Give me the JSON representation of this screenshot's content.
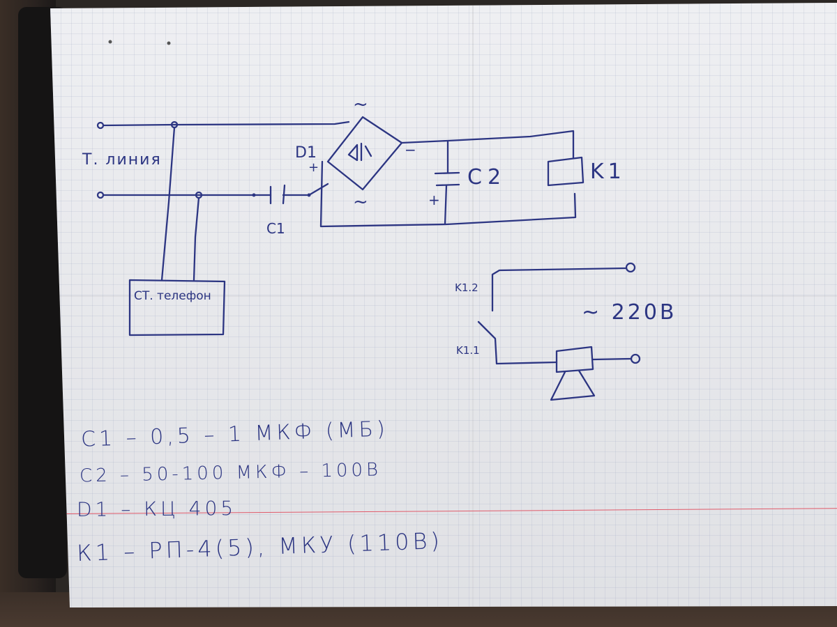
{
  "diagram": {
    "labels": {
      "line": "Т. линия",
      "phone": "СТ. телефон",
      "d1": "D1",
      "c1": "C1",
      "c2": "C2",
      "k1": "K1",
      "k12": "K1.2",
      "k11": "K1.1",
      "mains": "~ 220В",
      "ac_top": "~",
      "ac_bottom": "~",
      "plus": "+",
      "minus": "−",
      "c2_plus": "+"
    }
  },
  "notes": [
    "С1 – 0,5 – 1 МКФ (МБ)",
    "С2 – 50-100 МКФ – 100В",
    "D1 – КЦ 405",
    "К1 – РП-4(5), МКУ (110В)"
  ],
  "colors": {
    "ink": "#2c3582",
    "paper": "#e9eaee",
    "margin_line": "#e05a6a"
  }
}
